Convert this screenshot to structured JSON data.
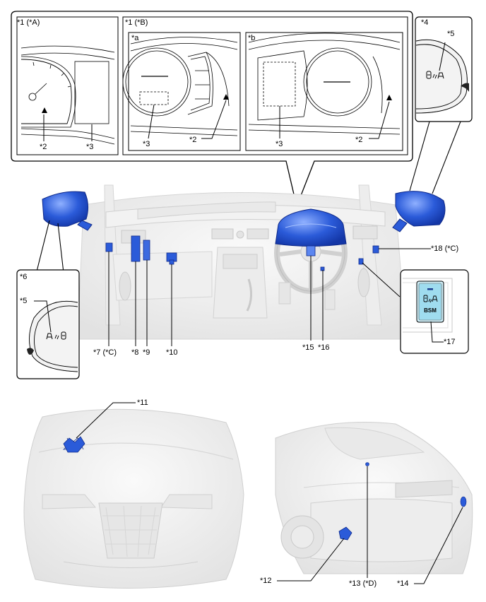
{
  "callouts": {
    "c1a": "*1 (*A)",
    "c1b": "*1 (*B)",
    "ca": "*a",
    "cb": "*b",
    "c2_left": "*2",
    "c3_left": "*3",
    "c3_a": "*3",
    "c2_a": "*2",
    "c3_b": "*3",
    "c2_b": "*2",
    "c4": "*4",
    "c5_right": "*5",
    "c6": "*6",
    "c5_left": "*5",
    "c7": "*7 (*C)",
    "c8": "*8",
    "c9": "*9",
    "c10": "*10",
    "c15": "*15",
    "c16": "*16",
    "c17": "*17",
    "c18": "*18 (*C)",
    "c11": "*11",
    "c12": "*12",
    "c13": "*13 (*D)",
    "c14": "*14"
  },
  "switch_text": "BSM",
  "colors": {
    "highlight": "#2b5bd9",
    "highlight_light": "#5b86f0",
    "car_fill": "#efefef",
    "car_stroke": "#d4d4d4",
    "line": "#000000",
    "switch_fill": "#9fdcef"
  }
}
